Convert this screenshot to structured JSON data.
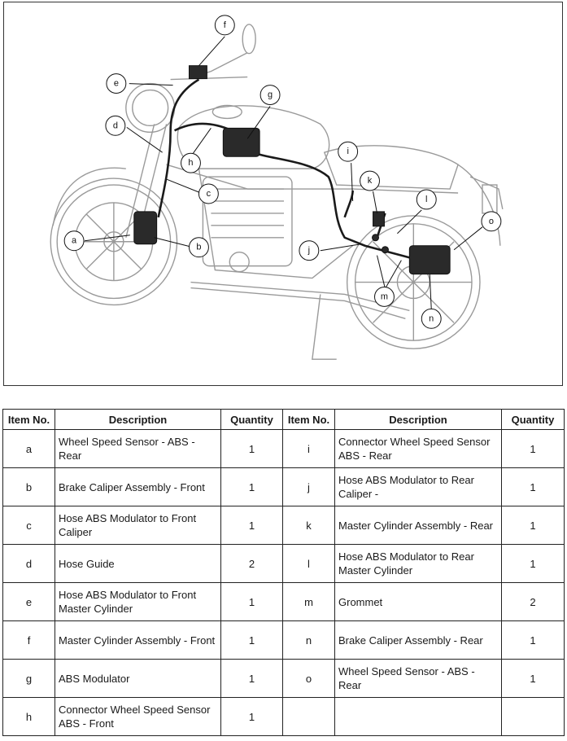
{
  "callouts": [
    "a",
    "b",
    "c",
    "d",
    "e",
    "f",
    "g",
    "h",
    "i",
    "j",
    "k",
    "l",
    "m",
    "n",
    "o"
  ],
  "table": {
    "headers": [
      "Item No.",
      "Description",
      "Quantity",
      "Item No.",
      "Description",
      "Quantity"
    ],
    "rows": [
      {
        "left": {
          "item": "a",
          "description": "Wheel Speed Sensor - ABS - Rear",
          "quantity": "1"
        },
        "right": {
          "item": "i",
          "description": "Connector Wheel Speed Sensor ABS - Rear",
          "quantity": "1"
        }
      },
      {
        "left": {
          "item": "b",
          "description": "Brake Caliper Assembly - Front",
          "quantity": "1"
        },
        "right": {
          "item": "j",
          "description": "Hose ABS Modulator to Rear Caliper -",
          "quantity": "1"
        }
      },
      {
        "left": {
          "item": "c",
          "description": "Hose ABS Modulator to Front Caliper",
          "quantity": "1"
        },
        "right": {
          "item": "k",
          "description": "Master Cylinder Assembly - Rear",
          "quantity": "1"
        }
      },
      {
        "left": {
          "item": "d",
          "description": "Hose Guide",
          "quantity": "2"
        },
        "right": {
          "item": "l",
          "description": "Hose ABS Modulator to Rear Master Cylinder",
          "quantity": "1"
        }
      },
      {
        "left": {
          "item": "e",
          "description": "Hose ABS Modulator to Front Master Cylinder",
          "quantity": "1"
        },
        "right": {
          "item": "m",
          "description": "Grommet",
          "quantity": "2"
        }
      },
      {
        "left": {
          "item": "f",
          "description": "Master Cylinder Assembly - Front",
          "quantity": "1"
        },
        "right": {
          "item": "n",
          "description": "Brake Caliper Assembly - Rear",
          "quantity": "1"
        }
      },
      {
        "left": {
          "item": "g",
          "description": "ABS Modulator",
          "quantity": "1"
        },
        "right": {
          "item": "o",
          "description": "Wheel Speed Sensor - ABS - Rear",
          "quantity": "1"
        }
      },
      {
        "left": {
          "item": "h",
          "description": "Connector Wheel Speed Sensor ABS - Front",
          "quantity": "1"
        },
        "right": {
          "item": "",
          "description": "",
          "quantity": ""
        }
      }
    ]
  }
}
